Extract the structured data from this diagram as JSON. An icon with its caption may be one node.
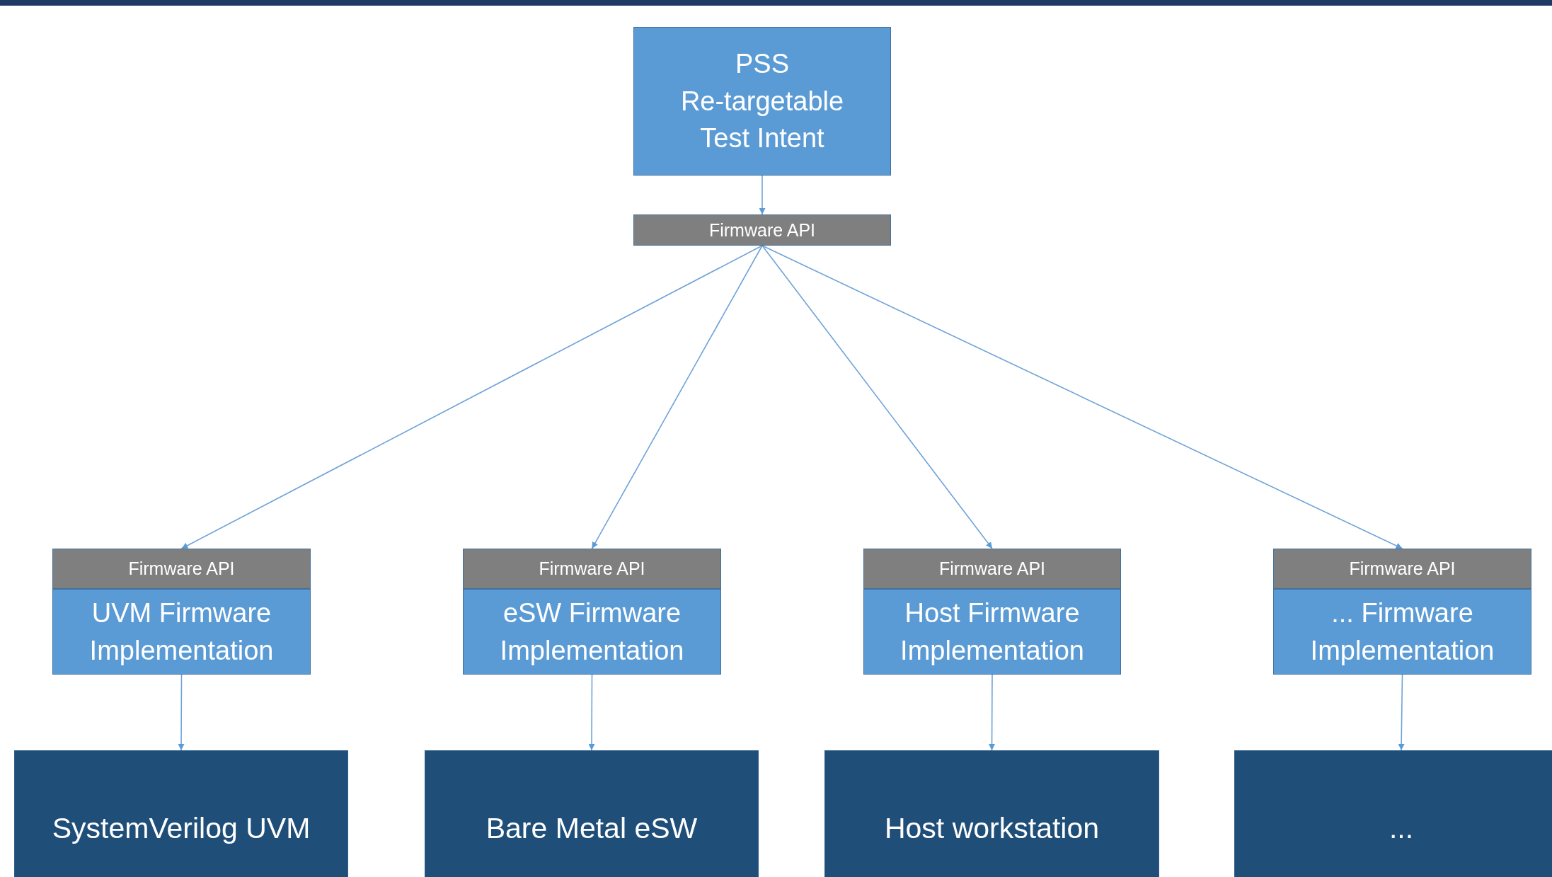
{
  "diagram": {
    "nodes": [
      {
        "text": [
          "PSS Re-targetable Test Intent"
        ]
      },
      {
        "text": [
          "Firmware API"
        ]
      },
      {
        "text": [
          "Firmware API"
        ]
      },
      {
        "text": [
          "Firmware API"
        ]
      },
      {
        "text": [
          "Firmware API"
        ]
      },
      {
        "text": [
          "Firmware API"
        ]
      },
      {
        "text": [
          "UVM Firmware Implementation"
        ]
      },
      {
        "text": [
          "eSW Firmware Implementation"
        ]
      },
      {
        "text": [
          "Host Firmware Implementation"
        ]
      },
      {
        "text": [
          "... Firmware Implementation"
        ]
      },
      {
        "text": [
          "SystemVerilog UVM"
        ]
      },
      {
        "text": [
          "Bare Metal eSW"
        ]
      },
      {
        "text": [
          "Host workstation"
        ]
      },
      {
        "text": [
          "..."
        ]
      }
    ],
    "edges": [
      {
        "from": 0,
        "to": 1,
        "arrow": "to"
      },
      {
        "from": 1,
        "to": 2,
        "arrow": "to"
      },
      {
        "from": 1,
        "to": 3,
        "arrow": "to"
      },
      {
        "from": 1,
        "to": 4,
        "arrow": "to"
      },
      {
        "from": 1,
        "to": 5,
        "arrow": "to"
      },
      {
        "from": 6,
        "to": 10,
        "arrow": "to"
      },
      {
        "from": 7,
        "to": 11,
        "arrow": "to"
      },
      {
        "from": 8,
        "to": 12,
        "arrow": "to"
      },
      {
        "from": 9,
        "to": 13,
        "arrow": "to"
      }
    ]
  }
}
